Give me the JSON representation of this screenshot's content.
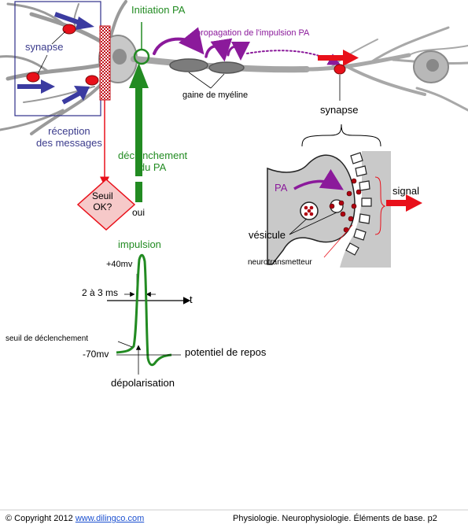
{
  "labels": {
    "initiation": "Initiation PA",
    "propagation": "propagation de l'impulsion PA",
    "synapse_left": "synapse",
    "myelin": "gaine de myéline",
    "synapse_right": "synapse",
    "reception_1": "réception",
    "reception_2": "des messages",
    "declenchement_1": "déclenchement",
    "declenchement_2": "du PA",
    "seuil_1": "Seuil",
    "seuil_2": "OK?",
    "oui": "oui",
    "pa_inset": "PA",
    "signal": "signal",
    "vesicule": "vésicule",
    "neurotransmetteur": "neurotransmetteur"
  },
  "graph": {
    "title": "impulsion",
    "peak": "+40mv",
    "duration": "2 à 3 ms",
    "t_axis": "t",
    "seuil": "seuil de déclenchement",
    "rest_value": "-70mv",
    "rest_label": "potentiel de repos",
    "depolarisation": "dépolarisation"
  },
  "footer": {
    "copyright": "© Copyright 2012",
    "link": "www.dilingco.com",
    "right": "Physiologie. Neurophysiologie. Éléments de base. p2"
  },
  "colors": {
    "green": "#228B22",
    "purple": "#8B1A9B",
    "red": "#E8101A",
    "blue": "#3B3BA0",
    "navy": "#30308A",
    "pink_fill": "#F6C9C9"
  }
}
